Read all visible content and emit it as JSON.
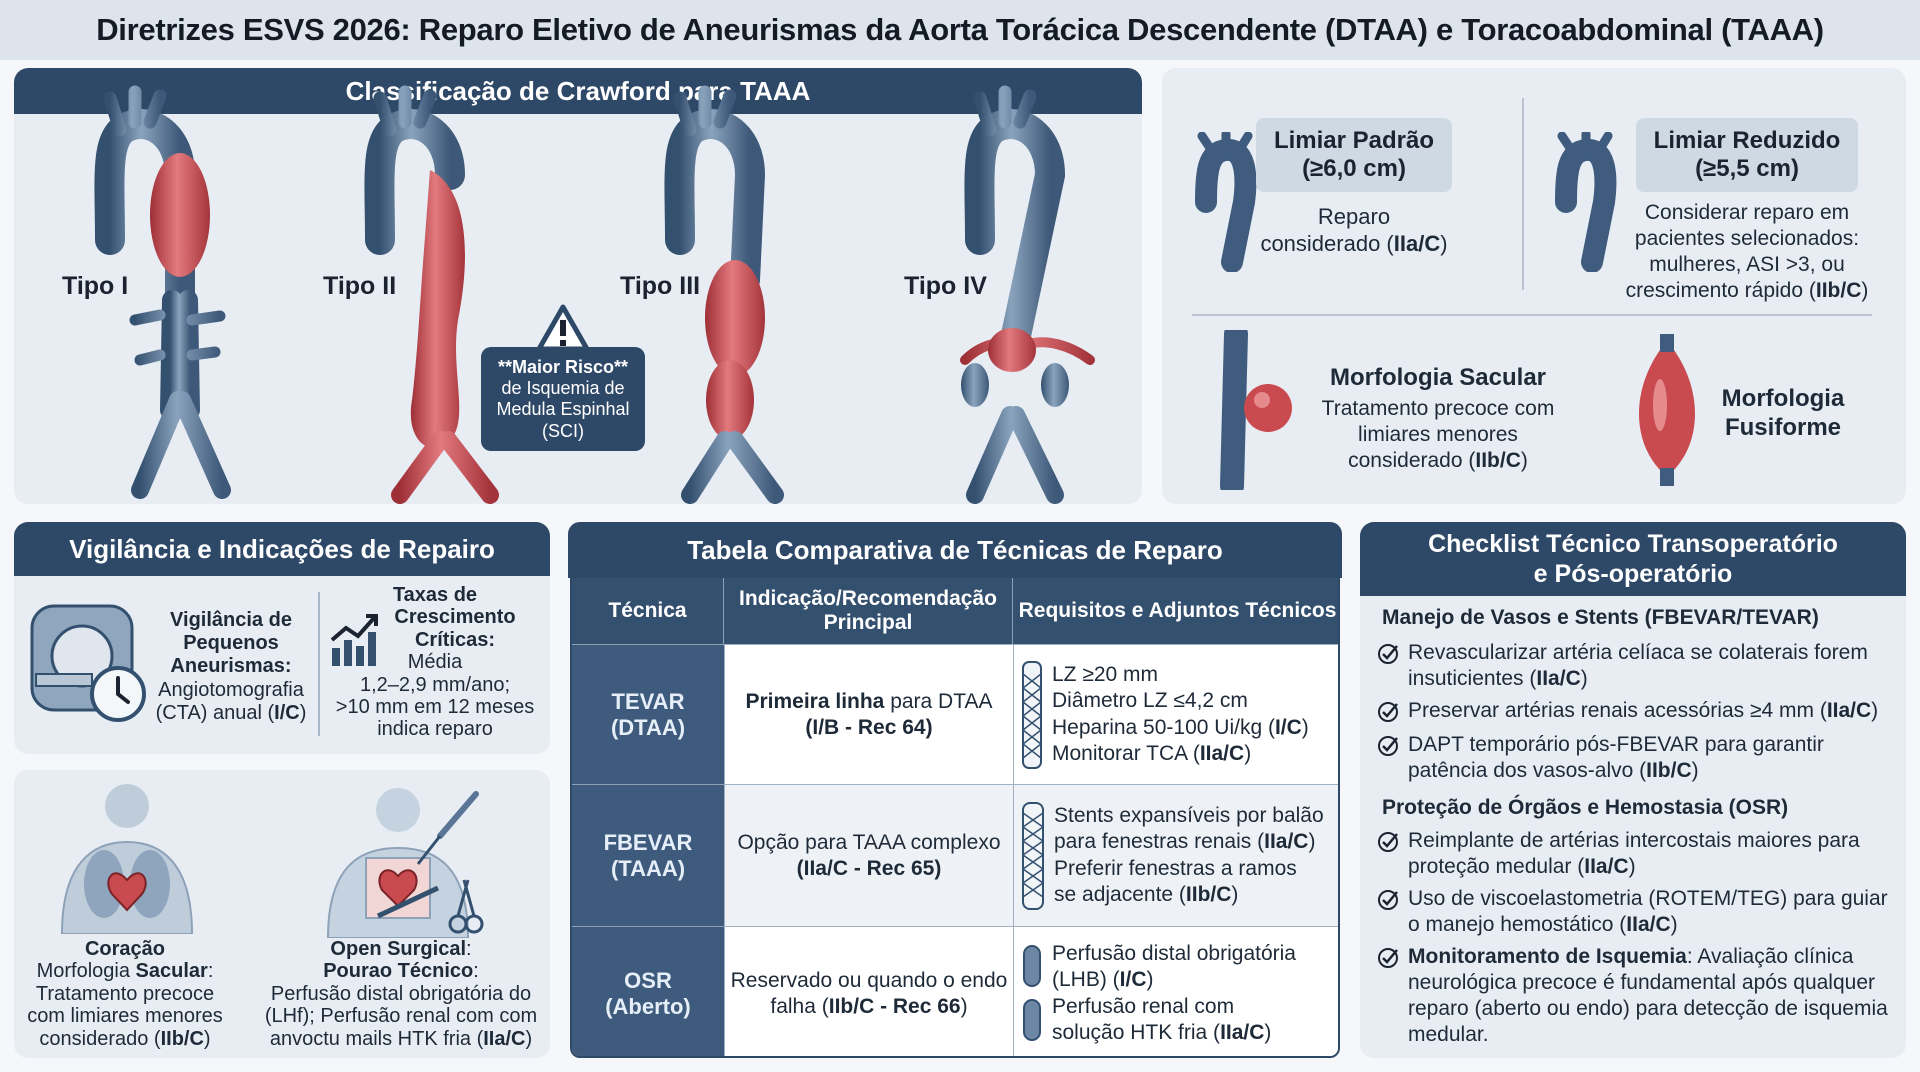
{
  "title": "Diretrizes ESVS 2026: Reparo Eletivo de Aneurismas da Aorta Torácica Descendente (DTAA) e Toracoabdominal (TAAA)",
  "crawford": {
    "header": "Classificação de Crawford para TAAA",
    "types": [
      "Tipo I",
      "Tipo II",
      "Tipo III",
      "Tipo IV"
    ],
    "warning": {
      "line1": "**Maior Risco**",
      "line2": "de Isquemia de",
      "line3": "Medula Espinhal",
      "line4": "(SCI)"
    }
  },
  "thresholds": {
    "standard": {
      "title_line1": "Limiar Padrão",
      "title_line2": "(≥6,0 cm)",
      "text_line1": "Reparo",
      "text_line2": "considerado (",
      "rec": "IIa/C",
      "close": ")"
    },
    "reduced": {
      "title_line1": "Limiar Reduzido",
      "title_line2": "(≥5,5 cm)",
      "line1": "Considerar reparo em",
      "line2": "pacientes selecionados:",
      "line3": "mulheres, ASI >3, ou",
      "line4": "crescimento rápido (",
      "rec": "IIb/C",
      "close": ")"
    },
    "saccular": {
      "title": "Morfologia Sacular",
      "line1": "Tratamento precoce com",
      "line2": "limiares menores",
      "line3": "considerado (",
      "rec": "IIb/C",
      "close": ")"
    },
    "fusiform": {
      "title_line1": "Morfologia",
      "title_line2": "Fusiforme"
    }
  },
  "surveillance": {
    "header": "Vigilância e Indicações de Repairo",
    "small": {
      "l1": "Vigilância de",
      "l2": "Pequenos",
      "l3": "Aneurismas:",
      "l4": "Angiotomografia",
      "l5": "(CTA) anual (",
      "rec": "I/C",
      "close": ")"
    },
    "growth": {
      "l1": "Taxas de",
      "l2": "Crescimento",
      "l3": "Críticas:",
      "l4": "Média",
      "l5": "1,2–2,9 mm/ano;",
      "l6": ">10 mm em 12 meses",
      "l7": "indica reparo"
    }
  },
  "bottom_left": {
    "heart": {
      "title": "Coração",
      "l2a": "Morfologia ",
      "l2b": "Sacular",
      "l2c": ":",
      "l3": "Tratamento precoce",
      "l4": "com limiares menores",
      "l5": "considerado (",
      "rec": "IIb/C",
      "close": ")"
    },
    "open": {
      "title": "Open Surgical",
      "title_end": ":",
      "l2": "Pourao Técnico",
      "l2_end": ":",
      "l3": "Perfusão distal obrigatória do",
      "l4": "(LHf); Perfusão renal com com",
      "l5": "anvoctu mails HTK fria (",
      "rec": "IIa/C",
      "close": ")"
    }
  },
  "table": {
    "header": "Tabela Comparativa de Técnicas de Reparo",
    "columns": [
      "Técnica",
      "Indicação/Recomendação Principal",
      "Requisitos e Adjuntos Técnicos"
    ],
    "rows": [
      {
        "name1": "TEVAR",
        "name2": "(DTAA)",
        "ind_a": "Primeira linha",
        "ind_b": " para DTAA",
        "ind_rec": "(I/B - Rec 64)",
        "r1": "LZ ≥20 mm",
        "r2": "Diâmetro LZ ≤4,2 cm",
        "r3": "Heparina 50-100 Ui/kg (",
        "r3rec": "I/C",
        "r4": "Monitorar TCA (",
        "r4rec": "IIa/C"
      },
      {
        "name1": "FBEVAR",
        "name2": "(TAAA)",
        "ind_a": "Opção para TAAA complexo",
        "ind_rec": "(IIa/C - Rec 65)",
        "r1": "Stents expansíveis por balão",
        "r2": "para fenestras renais (",
        "r2rec": "IIa/C",
        "r3": "Preferir fenestras a ramos",
        "r4": "se adjacente (",
        "r4rec": "IIb/C"
      },
      {
        "name1": "OSR",
        "name2": "(Aberto)",
        "ind_a": "Reservado ou quando o endo",
        "ind_b": "falha (",
        "ind_rec": "IIb/C - Rec 66",
        "r1": "Perfusão distal obrigatória",
        "r2": "(LHB) (",
        "r2rec": "I/C",
        "r3": "Perfusão renal com",
        "r4": "solução HTK fria (",
        "r4rec": "IIa/C"
      }
    ]
  },
  "checklist": {
    "header_line1": "Checklist Técnico Transoperatório",
    "header_line2": "e Pós-operatório",
    "sec1": "Manejo de Vasos e Stents (FBEVAR/TEVAR)",
    "i1a": "Revascularizar artéria celíaca se colaterais forem",
    "i1b": "insuticientes (",
    "i1rec": "IIa/C",
    "i2a": "Preservar artérias renais acessórias ≥4 mm (",
    "i2rec": "IIa/C",
    "i3a": "DAPT temporário pós-FBEVAR para garantir",
    "i3b": "patência dos vasos-alvo (",
    "i3rec": "IIb/C",
    "sec2": "Proteção de Órgãos e Hemostasia (OSR)",
    "i4a": "Reimplante de artérias intercostais maiores para",
    "i4b": "proteção medular (",
    "i4rec": "IIa/C",
    "i5a": "Uso de viscoelastometria (ROTEM/TEG) para guiar",
    "i5b": "o manejo hemostático (",
    "i5rec": "IIa/C",
    "i6bold": "Monitoramento de Isquemia",
    "i6a": ": Avaliação clínica",
    "i6b": "neurológica precoce é fundamental após qualquer",
    "i6c": "reparo (aberto ou endo) para detecção de isquemia",
    "i6d": "medular."
  },
  "colors": {
    "navy": "#2e4868",
    "aneurysm": "#c94a4f",
    "aorta": "#5a7595",
    "card": "#e7edf3"
  }
}
